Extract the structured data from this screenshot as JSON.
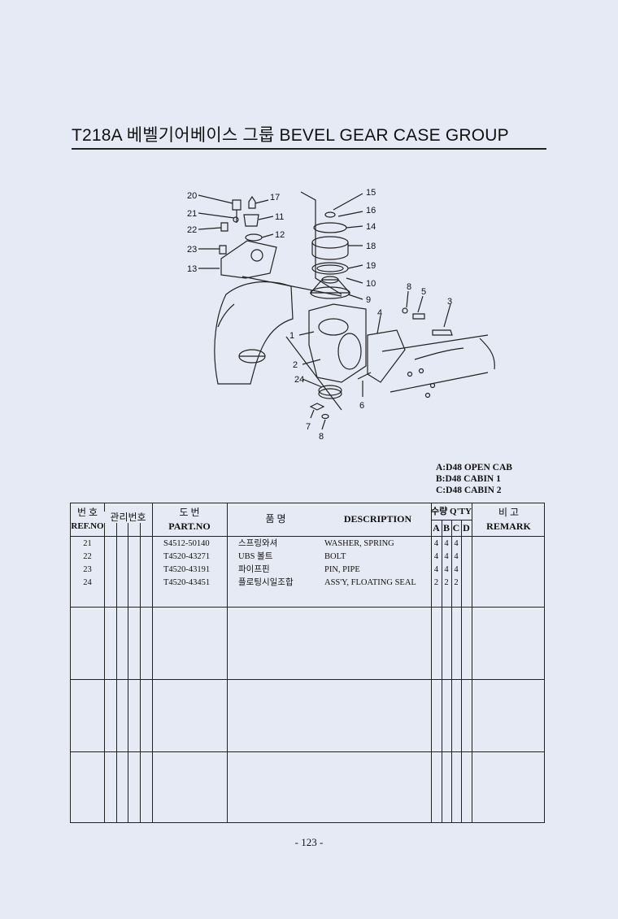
{
  "header": {
    "title": "T218A 베벨기어베이스 그룹 BEVEL GEAR CASE GROUP"
  },
  "diagram": {
    "callouts": [
      "20",
      "17",
      "21",
      "11",
      "22",
      "12",
      "23",
      "13",
      "15",
      "16",
      "14",
      "18",
      "19",
      "10",
      "9",
      "8",
      "5",
      "3",
      "4",
      "1",
      "2",
      "24",
      "6",
      "7",
      "8"
    ]
  },
  "legend": [
    "A:D48 OPEN CAB",
    "B:D48 CABIN 1",
    "C:D48 CABIN 2"
  ],
  "table": {
    "headers": {
      "ref_ko": "번 호",
      "ref_en": "REF.NO",
      "mgmt": "관리번호",
      "part_ko": "도    번",
      "part_en": "PART.NO",
      "name_ko": "품    명",
      "description": "DESCRIPTION",
      "qty_ko": "수량 Q'TY",
      "qty_a": "A",
      "qty_b": "B",
      "qty_c": "C",
      "qty_d": "D",
      "remark_ko": "비    고",
      "remark_en": "REMARK"
    },
    "rows": [
      {
        "ref": "21",
        "part_no": "S4512-50140",
        "name_ko": "스프링와셔",
        "description": "WASHER, SPRING",
        "a": "4",
        "b": "4",
        "c": "4",
        "d": ""
      },
      {
        "ref": "22",
        "part_no": "T4520-43271",
        "name_ko": "UBS 볼트",
        "description": "BOLT",
        "a": "4",
        "b": "4",
        "c": "4",
        "d": ""
      },
      {
        "ref": "23",
        "part_no": "T4520-43191",
        "name_ko": "파이프핀",
        "description": "PIN, PIPE",
        "a": "4",
        "b": "4",
        "c": "4",
        "d": ""
      },
      {
        "ref": "24",
        "part_no": "T4520-43451",
        "name_ko": "플로팅시일조합",
        "description": "ASS'Y, FLOATING SEAL",
        "a": "2",
        "b": "2",
        "c": "2",
        "d": ""
      }
    ]
  },
  "footer": {
    "page_number": "- 123 -"
  }
}
